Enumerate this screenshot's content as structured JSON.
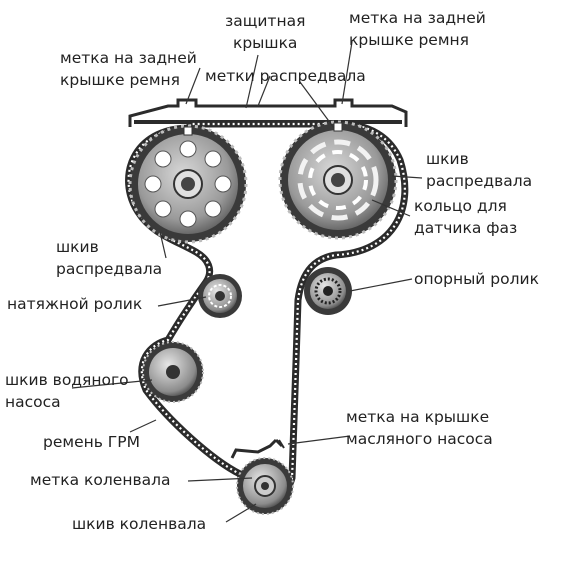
{
  "labels": {
    "protective_cover": [
      "защитная",
      "крышка"
    ],
    "rear_cover_mark_right": [
      "метка на задней",
      "крышке ремня"
    ],
    "rear_cover_mark_left": [
      "метка на задней",
      "крышке ремня"
    ],
    "camshaft_marks": [
      "метки распредвала"
    ],
    "camshaft_pulley_right": [
      "шкив",
      "распредвала"
    ],
    "phase_sensor_ring": [
      "кольцо для",
      "датчика фаз"
    ],
    "camshaft_pulley_left": [
      "шкив",
      "распредвала"
    ],
    "idler_roller": [
      "опорный ролик"
    ],
    "tensioner_roller": [
      "натяжной ролик"
    ],
    "water_pump_pulley": [
      "шкив водяного",
      "насоса"
    ],
    "timing_belt": [
      "ремень ГРМ"
    ],
    "oil_pump_cover_mark": [
      "метка на крышке",
      "масляного насоса"
    ],
    "crankshaft_mark": [
      "метка коленвала"
    ],
    "crankshaft_pulley": [
      "шкив коленвала"
    ]
  },
  "colors": {
    "background": "#ffffff",
    "belt": "#2b2b2b",
    "pulley_dark": "#3a3a3a",
    "pulley_mid": "#777777",
    "pulley_light": "#bdbdbd",
    "text": "#222222",
    "leader": "#333333"
  }
}
